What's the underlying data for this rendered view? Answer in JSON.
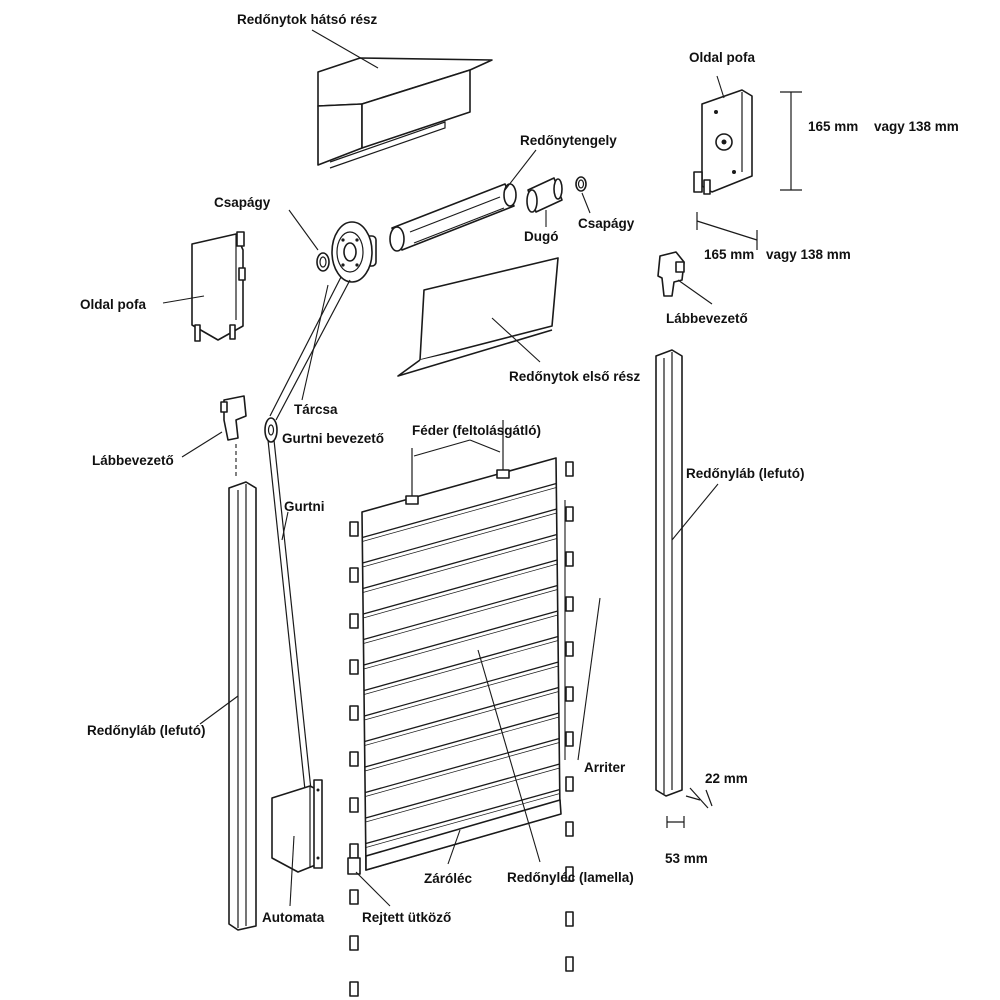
{
  "labels": {
    "hatso_resz": "Redőnytok hátsó rész",
    "oldal_pofa_left": "Oldal pofa",
    "oldal_pofa_right": "Oldal pofa",
    "csapagy_left": "Csapágy",
    "csapagy_right": "Csapágy",
    "tengely": "Redőnytengely",
    "dugo": "Dugó",
    "elso_resz": "Redőnytok első rész",
    "tarcsa": "Tárcsa",
    "gurtni_bevezeto": "Gurtni bevezető",
    "gurtni": "Gurtni",
    "labbevezeto_left": "Lábbevezető",
    "labbevezeto_right": "Lábbevezető",
    "feder": "Féder (feltolásgátló)",
    "redonylab_left": "Redőnyláb (lefutó)",
    "redonylab_right": "Redőnyláb (lefutó)",
    "arriter": "Arriter",
    "automata": "Automata",
    "rejtett_utkozo": "Rejtett ütköző",
    "zarolec": "Záróléc",
    "lamella": "Redőnyléc (lamella)"
  },
  "dimensions": {
    "height_a": "165 mm",
    "height_b": "vagy 138 mm",
    "depth_a": "165 mm",
    "depth_b": "vagy 138 mm",
    "rail_width": "22 mm",
    "rail_depth": "53 mm"
  },
  "colors": {
    "line": "#1a1a1a",
    "background": "#ffffff",
    "text": "#111111"
  }
}
